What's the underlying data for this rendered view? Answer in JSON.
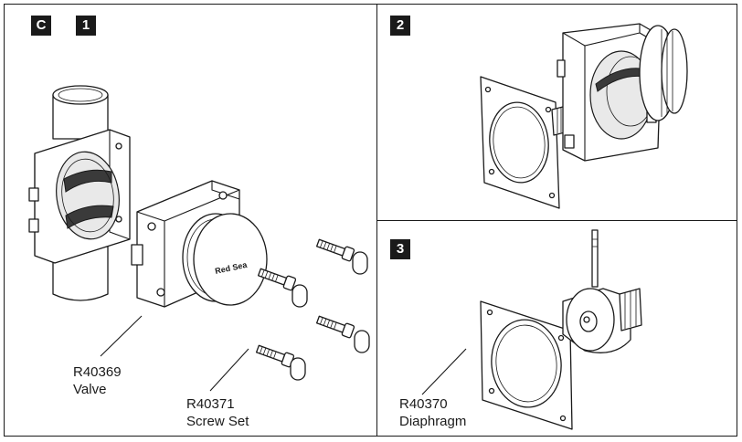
{
  "badges": {
    "section": "C",
    "step1": "1",
    "step2": "2",
    "step3": "3"
  },
  "colors": {
    "badge_bg": "#1a1a1a",
    "badge_text": "#ffffff",
    "line": "#1a1a1a"
  },
  "parts": {
    "valve": {
      "code": "R40369",
      "name": "Valve"
    },
    "screw_set": {
      "code": "R40371",
      "name": "Screw Set"
    },
    "diaphragm": {
      "code": "R40370",
      "name": "Diaphragm"
    }
  },
  "logo_text": "Red Sea"
}
